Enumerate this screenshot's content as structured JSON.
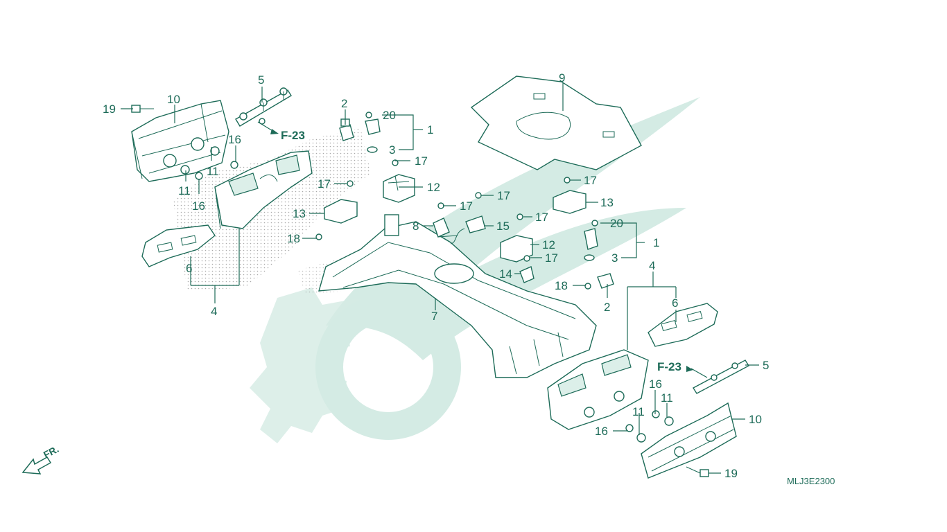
{
  "colors": {
    "line": "#1d6b58",
    "watermark": "#d4ebe4",
    "dots": "#9a9a9a",
    "background": "#ffffff"
  },
  "refs": {
    "left": "F-23",
    "right": "F-23"
  },
  "direction_label": "FR.",
  "diagram_code": "MLJ3E2300",
  "callouts": {
    "c19a": "19",
    "c10a": "10",
    "c5a": "5",
    "c16a": "16",
    "c11a": "11",
    "c11b": "11",
    "c16b": "16",
    "c2a": "2",
    "c20a": "20",
    "c1a": "1",
    "c3a": "3",
    "c17a": "17",
    "c12a": "12",
    "c17b": "17",
    "c13a": "13",
    "c17c": "17",
    "c17d": "17",
    "c8": "8",
    "c15": "15",
    "c17e": "17",
    "c12b": "12",
    "c17f": "17",
    "c14": "14",
    "c18a": "18",
    "c18b": "18",
    "c6a": "6",
    "c4a": "4",
    "c7": "7",
    "c9": "9",
    "c17g": "17",
    "c13b": "13",
    "c20b": "20",
    "c1b": "1",
    "c3b": "3",
    "c2b": "2",
    "c4b": "4",
    "c6b": "6",
    "c5b": "5",
    "c16c": "16",
    "c11c": "11",
    "c11d": "11",
    "c16d": "16",
    "c10b": "10",
    "c19b": "19"
  }
}
